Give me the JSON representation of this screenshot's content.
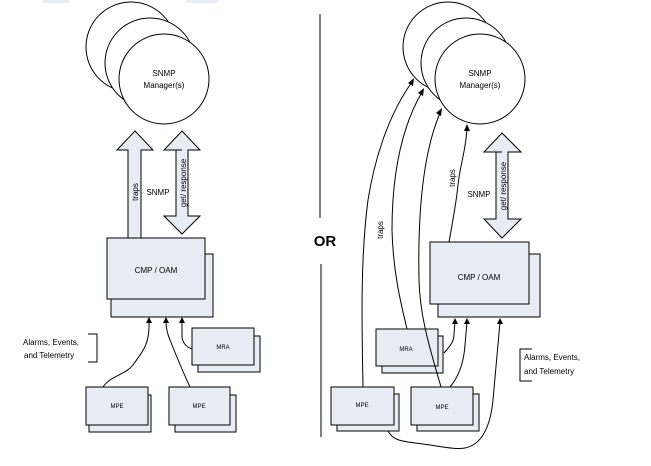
{
  "diagram": {
    "separator_label": "OR",
    "colors": {
      "node_fill": "#e8ecf5",
      "stroke": "#000000",
      "background": "#ffffff",
      "top_tab": "#e8ecf5"
    },
    "left": {
      "manager_label_line1": "SNMP",
      "manager_label_line2": "Manager(s)",
      "traps_label": "traps",
      "snmp_label": "SNMP",
      "getresponse_label": "get/ response",
      "cmp_label": "CMP / OAM",
      "mra_label": "MRA",
      "mpe1_label": "MPE",
      "mpe2_label": "MPE",
      "bracket_line1": "Alarms, Events,",
      "bracket_line2": "and Telemetry"
    },
    "right": {
      "manager_label_line1": "SNMP",
      "manager_label_line2": "Manager(s)",
      "traps_label_cmp": "traps",
      "traps_label_nodes": "traps",
      "snmp_label": "SNMP",
      "getresponse_label": "get/ response",
      "cmp_label": "CMP / OAM",
      "mra_label": "MRA",
      "mpe1_label": "MPE",
      "mpe2_label": "MPE",
      "bracket_line1": "Alarms, Events,",
      "bracket_line2": "and Telemetry"
    }
  }
}
